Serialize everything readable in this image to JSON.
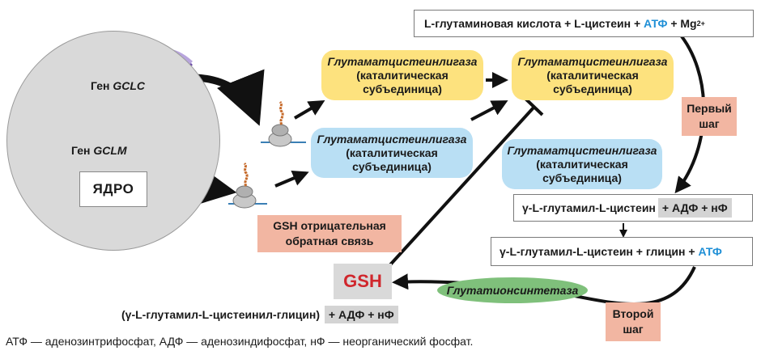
{
  "nucleus": {
    "gene_prefix": "Ген",
    "gene1": "GCLC",
    "gene2": "GCLM",
    "label": "ЯДРО"
  },
  "enzymes": {
    "ligase_name": "Глутаматцистеинлигаза",
    "ligase_sub1": "(каталитическая",
    "ligase_sub2": "субъединица)"
  },
  "reaction": {
    "substrates_text": "L-глутаминовая кислота + L-цистеин +",
    "atp": "АТФ",
    "mg": "+ Mg",
    "mg_charge": "2+",
    "intermediate1_main": "γ-L-глутамил-L-цистеин",
    "intermediate1_extra": "+ АДФ + нФ",
    "intermediate2_main": "γ-L-глутамил-L-цистеин + глицин +",
    "intermediate2_atp": "АТФ",
    "product_main": "(γ-L-глутамил-L-цистеинил-глицин)",
    "product_extra": "+ АДФ + нФ"
  },
  "steps": {
    "first_line1": "Первый",
    "first_line2": "шаг",
    "second_line1": "Второй",
    "second_line2": "шаг"
  },
  "feedback": {
    "line1": "GSH отрицательная",
    "line2": "обратная связь"
  },
  "gsh": "GSH",
  "synthetase": "Глутатионсинтетаза",
  "footnote": "АТФ — аденозинтрифосфат, АДФ — аденозиндифосфат, нФ — неорганический фосфат.",
  "colors": {
    "yellow_pill": "#fde27e",
    "blue_pill": "#b9dff4",
    "step_box": "#f2b6a2",
    "nucleus": "#d9d9d9",
    "atp_text": "#1f8fd6",
    "gsh_text": "#d0262c",
    "synthetase": "#7fc07b"
  },
  "icons": [
    "dna-helix-icon",
    "ribosome-icon",
    "mrna-strand-icon"
  ]
}
